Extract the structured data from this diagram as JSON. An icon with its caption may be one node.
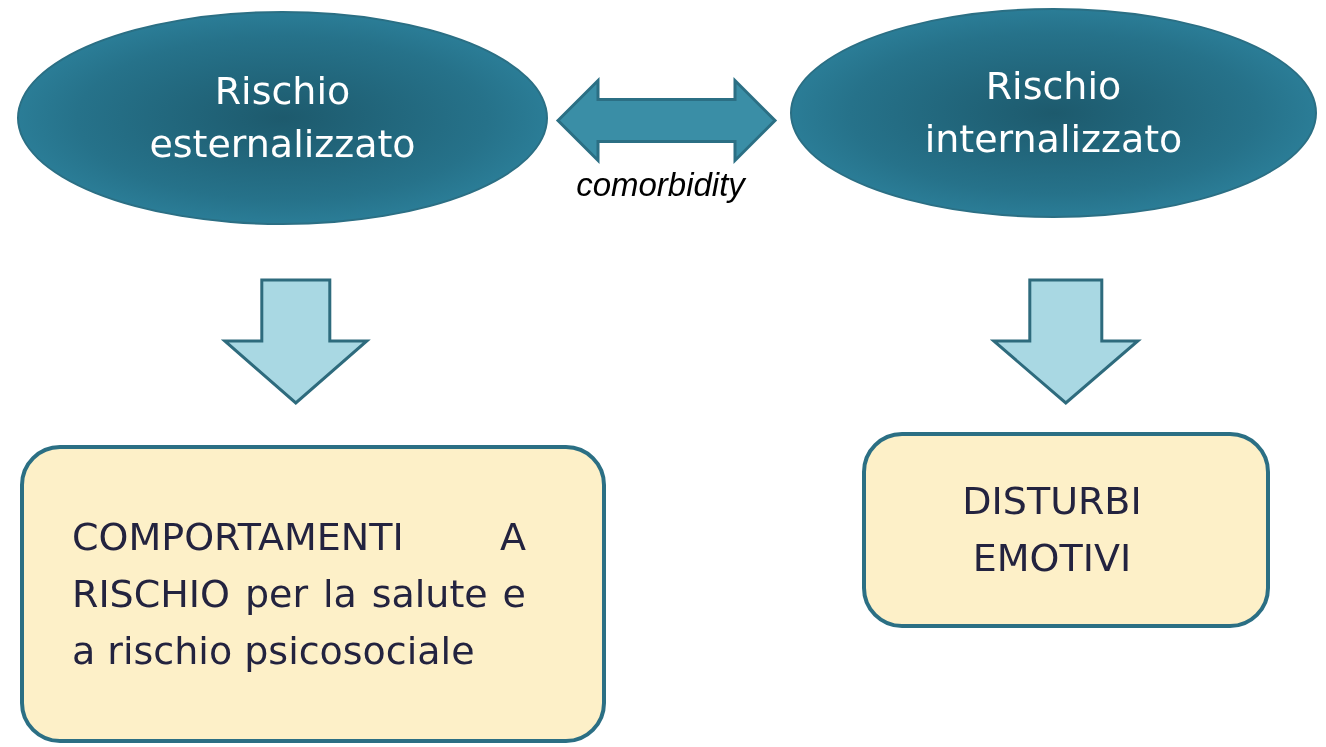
{
  "diagram": {
    "nodes": [
      {
        "text": [
          "Rischio esternalizzato"
        ]
      },
      {
        "text": [
          "Rischio internalizzato"
        ]
      },
      {
        "text": [
          "COMPORTAMENTI A RISCHIO per la salute e a rischio psicosociale"
        ]
      },
      {
        "text": [
          "DISTURBI EMOTIVI"
        ]
      }
    ],
    "edges": [
      {
        "from": 0,
        "to": 1,
        "arrow": "both",
        "label": "comorbidity",
        "color": "#3a8ea6"
      },
      {
        "from": 0,
        "to": 2,
        "arrow": "to"
      },
      {
        "from": 1,
        "to": 3,
        "arrow": "to"
      }
    ]
  }
}
